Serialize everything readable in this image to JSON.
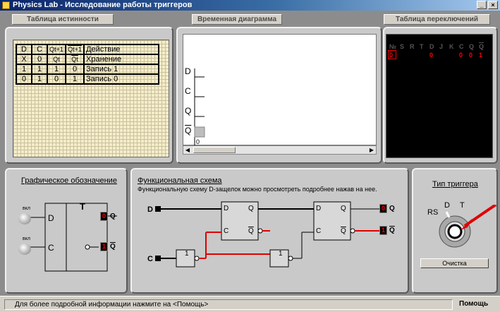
{
  "window": {
    "title": "Physics Lab - Исследование работы триггеров",
    "min": "_",
    "close": "×"
  },
  "tabs": {
    "truth": "Таблица истинности",
    "timing": "Временная диаграмма",
    "switch": "Таблица переключений"
  },
  "truth_table": {
    "header": [
      "D",
      "C",
      "Qt+1",
      "Qt+1",
      "Действие"
    ],
    "rows": [
      [
        "X",
        "0",
        "Qt",
        "Qt",
        "Хранение"
      ],
      [
        "1",
        "1",
        "1",
        "0",
        "Запись 1"
      ],
      [
        "0",
        "1",
        "0",
        "1",
        "Запись 0"
      ]
    ]
  },
  "timing": {
    "signals": [
      "D",
      "C",
      "Q",
      "Q"
    ],
    "time_start": "0"
  },
  "switch_table": {
    "headers": [
      "№",
      "S",
      "R",
      "T",
      "D",
      "J",
      "K",
      "C",
      "Q",
      "Q"
    ],
    "values": [
      "0",
      "",
      "",
      "",
      "0",
      "",
      "",
      "0",
      "0",
      "1"
    ]
  },
  "graphic": {
    "title": "Графическое обозначение",
    "sw_label": "вкл",
    "in_d": "D",
    "in_c": "C",
    "type_letter": "T",
    "out_q": "Q",
    "out_qbar": "Q",
    "val_q": "0",
    "val_qbar": "1"
  },
  "functional": {
    "title": "Функциональная схема",
    "desc": "Функциональную схему D-защелок можно просмотреть подробнее нажав на нее.",
    "in_d": "D",
    "in_c": "C",
    "not_label": "1",
    "latch_d": "D",
    "latch_q": "Q",
    "latch_c": "C",
    "latch_qbar": "Q",
    "out_q": "Q",
    "out_qbar": "Q",
    "val_q": "0",
    "val_qbar": "1"
  },
  "trigger_type": {
    "title": "Тип триггера",
    "labels": [
      "RS",
      "D",
      "T"
    ],
    "clear_label": "Очистка"
  },
  "status": {
    "message": "Для более подробной информации нажмите на <Помощь>",
    "help": "Помощь"
  }
}
